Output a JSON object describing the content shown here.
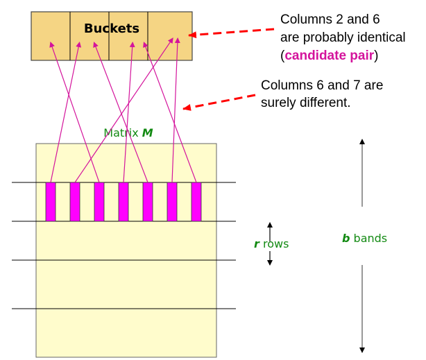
{
  "buckets": {
    "label": "Buckets",
    "count": 4
  },
  "matrix": {
    "label": "Matrix",
    "label_var": "M",
    "bands_shown": 4,
    "columns": 7
  },
  "arrows": [
    {
      "column": 1,
      "bucket_x_frac": 0.3
    },
    {
      "column": 2,
      "bucket_x_frac": 0.88
    },
    {
      "column": 3,
      "bucket_x_frac": 0.12
    },
    {
      "column": 4,
      "bucket_x_frac": 0.63
    },
    {
      "column": 5,
      "bucket_x_frac": 0.39
    },
    {
      "column": 6,
      "bucket_x_frac": 0.91
    },
    {
      "column": 7,
      "bucket_x_frac": 0.7
    }
  ],
  "notes": {
    "identical_line1": "Columns 2 and 6",
    "identical_line2": "are probably identical",
    "identical_open": "(",
    "identical_highlight": "candidate pair",
    "identical_close": ")",
    "different_line1": "Columns 6 and 7 are",
    "different_line2": "surely different."
  },
  "labels": {
    "r_var": "r",
    "rows": "rows",
    "b_var": "b",
    "bands": "bands"
  },
  "colors": {
    "bucket": "#f5d584",
    "matrix": "#fffccc",
    "column": "#ff00ff",
    "arrow": "#d4149c",
    "note_arrow": "#ff0000",
    "label": "#138a13"
  }
}
